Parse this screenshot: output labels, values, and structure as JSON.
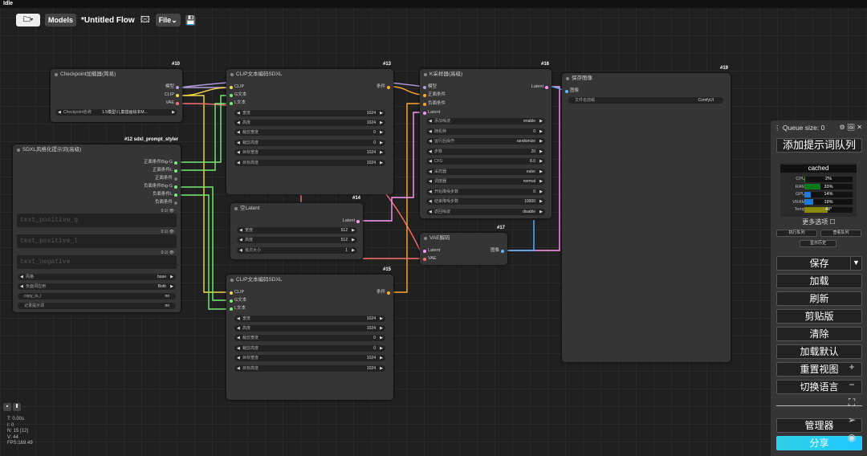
{
  "status": "Idle",
  "topbar": {
    "folder_icon": "folder-icon",
    "models_label": "Models",
    "flow_title": "*Untitled Flow",
    "file_label": "File",
    "image_icon": "image-icon",
    "save_icon": "save-disk-icon"
  },
  "nodes": {
    "n10": {
      "id": "#10",
      "title": "Checkpoint加载器(简易)",
      "outputs": [
        "模型",
        "CLIP",
        "VAE"
      ],
      "widget_label": "Checkpoint名称",
      "widget_value": "1.5模型\\儿童插画绘本M..."
    },
    "n12": {
      "id": "#12 sdxl_prompt_styler",
      "title": "SDXL风格化提示词(高级)",
      "outputs": [
        "正面条件Big-G",
        "正面条件L",
        "正面条件",
        "负面条件Big-G",
        "负面条件L",
        "负面条件"
      ],
      "placeholders": [
        "text_positive_g",
        "text_positive_l",
        "text_negative"
      ],
      "mini": "0 ☑ 👁",
      "widgets": [
        {
          "label": "风格",
          "value": "base"
        },
        {
          "label": "负面词应用",
          "value": "Both"
        }
      ],
      "toggles": [
        {
          "label": "copy_to_l",
          "value": "no"
        },
        {
          "label": "记录提示词",
          "value": "no"
        }
      ]
    },
    "n13": {
      "id": "#13",
      "title": "CLIP文本编码SDXL",
      "inputs": [
        "CLIP",
        "G文本",
        "L文本"
      ],
      "output": "条件",
      "widgets": [
        {
          "label": "宽度",
          "value": "1024"
        },
        {
          "label": "高度",
          "value": "1024"
        },
        {
          "label": "裁剪宽度",
          "value": "0"
        },
        {
          "label": "裁剪高度",
          "value": "0"
        },
        {
          "label": "目标宽度",
          "value": "1024"
        },
        {
          "label": "目标高度",
          "value": "1024"
        }
      ]
    },
    "n14": {
      "id": "#14",
      "title": "空Latent",
      "output": "Latent",
      "widgets": [
        {
          "label": "宽度",
          "value": "512"
        },
        {
          "label": "高度",
          "value": "512"
        },
        {
          "label": "批次大小",
          "value": "1"
        }
      ]
    },
    "n15": {
      "id": "#15",
      "title": "CLIP文本编码SDXL",
      "inputs": [
        "CLIP",
        "G文本",
        "L文本"
      ],
      "output": "条件",
      "widgets": [
        {
          "label": "宽度",
          "value": "1024"
        },
        {
          "label": "高度",
          "value": "1024"
        },
        {
          "label": "裁剪宽度",
          "value": "0"
        },
        {
          "label": "裁剪高度",
          "value": "0"
        },
        {
          "label": "目标宽度",
          "value": "1024"
        },
        {
          "label": "目标高度",
          "value": "1024"
        }
      ]
    },
    "n16": {
      "id": "#16",
      "title": "K采样器(高级)",
      "inputs": [
        "模型",
        "正面条件",
        "负面条件",
        "Latent"
      ],
      "output": "Latent",
      "widgets": [
        {
          "label": "添加噪波",
          "value": "enable"
        },
        {
          "label": "随机种",
          "value": "0"
        },
        {
          "label": "运行后操作",
          "value": "randomize"
        },
        {
          "label": "步数",
          "value": "20"
        },
        {
          "label": "CFG",
          "value": "8.0"
        },
        {
          "label": "采样器",
          "value": "euler"
        },
        {
          "label": "调度器",
          "value": "normal"
        },
        {
          "label": "开始降噪步数",
          "value": "0"
        },
        {
          "label": "结束降噪步数",
          "value": "10000"
        },
        {
          "label": "返回噪波",
          "value": "disable"
        }
      ]
    },
    "n17": {
      "id": "#17",
      "title": "VAE解码",
      "inputs": [
        "Latent",
        "VAE"
      ],
      "output": "图像"
    },
    "n19": {
      "id": "#19",
      "title": "保存图像",
      "input": "图像",
      "widget_label": "文件名前缀",
      "widget_value": "ComfyUI"
    }
  },
  "queue": {
    "title": "Queue size: 0",
    "add_prompt": "添加提示词队列",
    "monitor": {
      "status": "cached",
      "rows": [
        {
          "label": "CPU",
          "value": "2%",
          "pct": 2,
          "color": "#0b8a3a"
        },
        {
          "label": "RAM",
          "value": "33%",
          "pct": 33,
          "color": "#0b7a1b"
        },
        {
          "label": "GPU",
          "value": "14%",
          "pct": 14,
          "color": "#1e7ad8"
        },
        {
          "label": "VRAM",
          "value": "19%",
          "pct": 19,
          "color": "#1e7ad8"
        },
        {
          "label": "Temp",
          "value": "48°",
          "pct": 48,
          "color": "#8a8a00"
        }
      ]
    },
    "more_options": "更多选项",
    "small_buttons": [
      "执行队列",
      "查看队列",
      "显示历史"
    ],
    "buttons": {
      "save": "保存",
      "load": "加载",
      "refresh": "刷新",
      "clipboard": "剪贴版",
      "clear": "清除",
      "load_default": "加载默认",
      "reset_view": "重置视图",
      "switch_lang": "切换语言",
      "manager": "管理器",
      "share": "分享"
    }
  },
  "stats": {
    "t": "T: 0.00s",
    "i": "I: 0",
    "n": "N: 15 [12]",
    "v": "V: 44",
    "fps": "FPS:169.49"
  },
  "colors": {
    "clip": "#f3d84a",
    "model": "#b39ddb",
    "vae": "#ff6e6e",
    "cond": "#ffa931",
    "latent": "#ff9cf9",
    "image": "#64b5f6",
    "string": "#77ee77"
  }
}
